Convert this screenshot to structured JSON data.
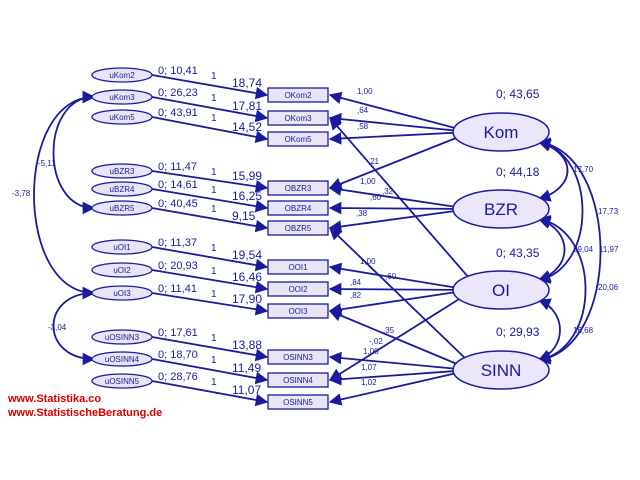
{
  "errors": [
    {
      "id": "uKom2",
      "label": "uKom2",
      "stats": "0; 10,41",
      "path": "1"
    },
    {
      "id": "uKom3",
      "label": "uKom3",
      "stats": "0; 26,23",
      "path": "1"
    },
    {
      "id": "uKom5",
      "label": "uKom5",
      "stats": "0; 43,91",
      "path": "1"
    },
    {
      "id": "uBZR3",
      "label": "uBZR3",
      "stats": "0; 11,47",
      "path": "1"
    },
    {
      "id": "uBZR4",
      "label": "uBZR4",
      "stats": "0; 14,61",
      "path": "1"
    },
    {
      "id": "uBZR5",
      "label": "uBZR5",
      "stats": "0; 40,45",
      "path": "1"
    },
    {
      "id": "uOI1",
      "label": "uOI1",
      "stats": "0; 11,37",
      "path": "1"
    },
    {
      "id": "uOI2",
      "label": "uOI2",
      "stats": "0; 20,93",
      "path": "1"
    },
    {
      "id": "uOI3",
      "label": "uOI3",
      "stats": "0; 11,41",
      "path": "1"
    },
    {
      "id": "uOSINN3",
      "label": "uOSINN3",
      "stats": "0; 17,61",
      "path": "1"
    },
    {
      "id": "uOSINN4",
      "label": "uOSINN4",
      "stats": "0; 18,70",
      "path": "1"
    },
    {
      "id": "uOSINN5",
      "label": "uOSINN5",
      "stats": "0; 28,76",
      "path": "1"
    }
  ],
  "indicators": [
    {
      "id": "OKom2",
      "label": "OKom2",
      "intercept": "18,74"
    },
    {
      "id": "OKom3",
      "label": "OKom3",
      "intercept": "17,81"
    },
    {
      "id": "OKom5",
      "label": "OKom5",
      "intercept": "14,52"
    },
    {
      "id": "OBZR3",
      "label": "OBZR3",
      "intercept": "15,99"
    },
    {
      "id": "OBZR4",
      "label": "OBZR4",
      "intercept": "16,25"
    },
    {
      "id": "OBZR5",
      "label": "OBZR5",
      "intercept": "9,15"
    },
    {
      "id": "OOI1",
      "label": "OOI1",
      "intercept": "19,54"
    },
    {
      "id": "OOI2",
      "label": "OOI2",
      "intercept": "16,46"
    },
    {
      "id": "OOI3",
      "label": "OOI3",
      "intercept": "17,90"
    },
    {
      "id": "OSINN3",
      "label": "OSINN3",
      "intercept": "13,88"
    },
    {
      "id": "OSINN4",
      "label": "OSINN4",
      "intercept": "11,49"
    },
    {
      "id": "OSINN5",
      "label": "OSINN5",
      "intercept": "11,07"
    }
  ],
  "latents": [
    {
      "id": "Kom",
      "label": "Kom",
      "stats": "0; 43,65"
    },
    {
      "id": "BZR",
      "label": "BZR",
      "stats": "0; 44,18"
    },
    {
      "id": "OI",
      "label": "OI",
      "stats": "0; 43,35"
    },
    {
      "id": "SINN",
      "label": "SINN",
      "stats": "0; 29,93"
    }
  ],
  "loadings": [
    {
      "from": "Kom",
      "to": "OKom2",
      "value": "1,00"
    },
    {
      "from": "Kom",
      "to": "OKom3",
      "value": ",64"
    },
    {
      "from": "Kom",
      "to": "OKom5",
      "value": ",58"
    },
    {
      "from": "Kom",
      "to": "OBZR3",
      "value": ",21"
    },
    {
      "from": "BZR",
      "to": "OBZR3",
      "value": "1,00"
    },
    {
      "from": "BZR",
      "to": "OBZR4",
      "value": ",32"
    },
    {
      "from": "BZR",
      "to": "OBZR5",
      "value": ",38"
    },
    {
      "from": "OI",
      "to": "OKom3",
      "value": ",60"
    },
    {
      "from": "OI",
      "to": "OOI1",
      "value": "1,00"
    },
    {
      "from": "OI",
      "to": "OOI2",
      "value": ",84"
    },
    {
      "from": "OI",
      "to": "OOI3",
      "value": ",82"
    },
    {
      "from": "OI",
      "to": "OSINN4",
      "value": "-,02"
    },
    {
      "from": "SINN",
      "to": "OBZR5",
      "value": ",60"
    },
    {
      "from": "SINN",
      "to": "OOI3",
      "value": ",35"
    },
    {
      "from": "SINN",
      "to": "OSINN3",
      "value": "1,00"
    },
    {
      "from": "SINN",
      "to": "OSINN4",
      "value": "1,07"
    },
    {
      "from": "SINN",
      "to": "OSINN5",
      "value": "1,02"
    }
  ],
  "latent_covariances": [
    {
      "a": "Kom",
      "b": "BZR",
      "value": "17,70"
    },
    {
      "a": "Kom",
      "b": "OI",
      "value": "17,73"
    },
    {
      "a": "Kom",
      "b": "SINN",
      "value": "11,97"
    },
    {
      "a": "BZR",
      "b": "OI",
      "value": "29,04"
    },
    {
      "a": "BZR",
      "b": "SINN",
      "value": "20,06"
    },
    {
      "a": "OI",
      "b": "SINN",
      "value": "16,68"
    }
  ],
  "error_covariances": [
    {
      "a": "uKom3",
      "b": "uBZR5",
      "value": "-5,11"
    },
    {
      "a": "uKom3",
      "b": "uOI3",
      "value": "-3,78"
    },
    {
      "a": "uOI3",
      "b": "uOSINN4",
      "value": "-3,04"
    }
  ],
  "watermark": {
    "line1": "www.Statistika.co",
    "line2": "www.StatistischeBeratung.de"
  },
  "colors": {
    "line": "#1a1a9c",
    "node_fill": "#e9e5f7",
    "latent_fill": "#ebe6fb",
    "watermark": "#d40000"
  }
}
